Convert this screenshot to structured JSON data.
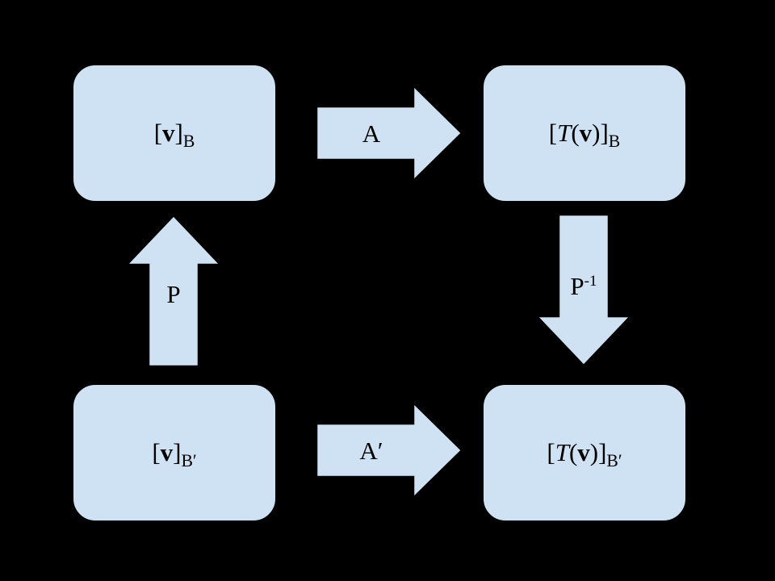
{
  "diagram": {
    "background": "#000000",
    "shape_fill": "#cfe2f3",
    "shape_border": "#000000",
    "text_color": "#000000"
  },
  "nodes": {
    "top_left": {
      "parts": [
        "[",
        "v",
        "]",
        "B"
      ]
    },
    "top_right": {
      "parts": [
        "[",
        "T",
        "(",
        "v",
        ")",
        "]",
        "B"
      ]
    },
    "bottom_left": {
      "parts": [
        "[",
        "v",
        "]",
        "B′"
      ]
    },
    "bottom_right": {
      "parts": [
        "[",
        "T",
        "(",
        "v",
        ")",
        "]",
        "B′"
      ]
    }
  },
  "arrows": {
    "top": {
      "label": "A"
    },
    "bottom": {
      "label": "A′"
    },
    "left": {
      "label": "P"
    },
    "right": {
      "label": "P",
      "label_sup": "-1"
    }
  }
}
